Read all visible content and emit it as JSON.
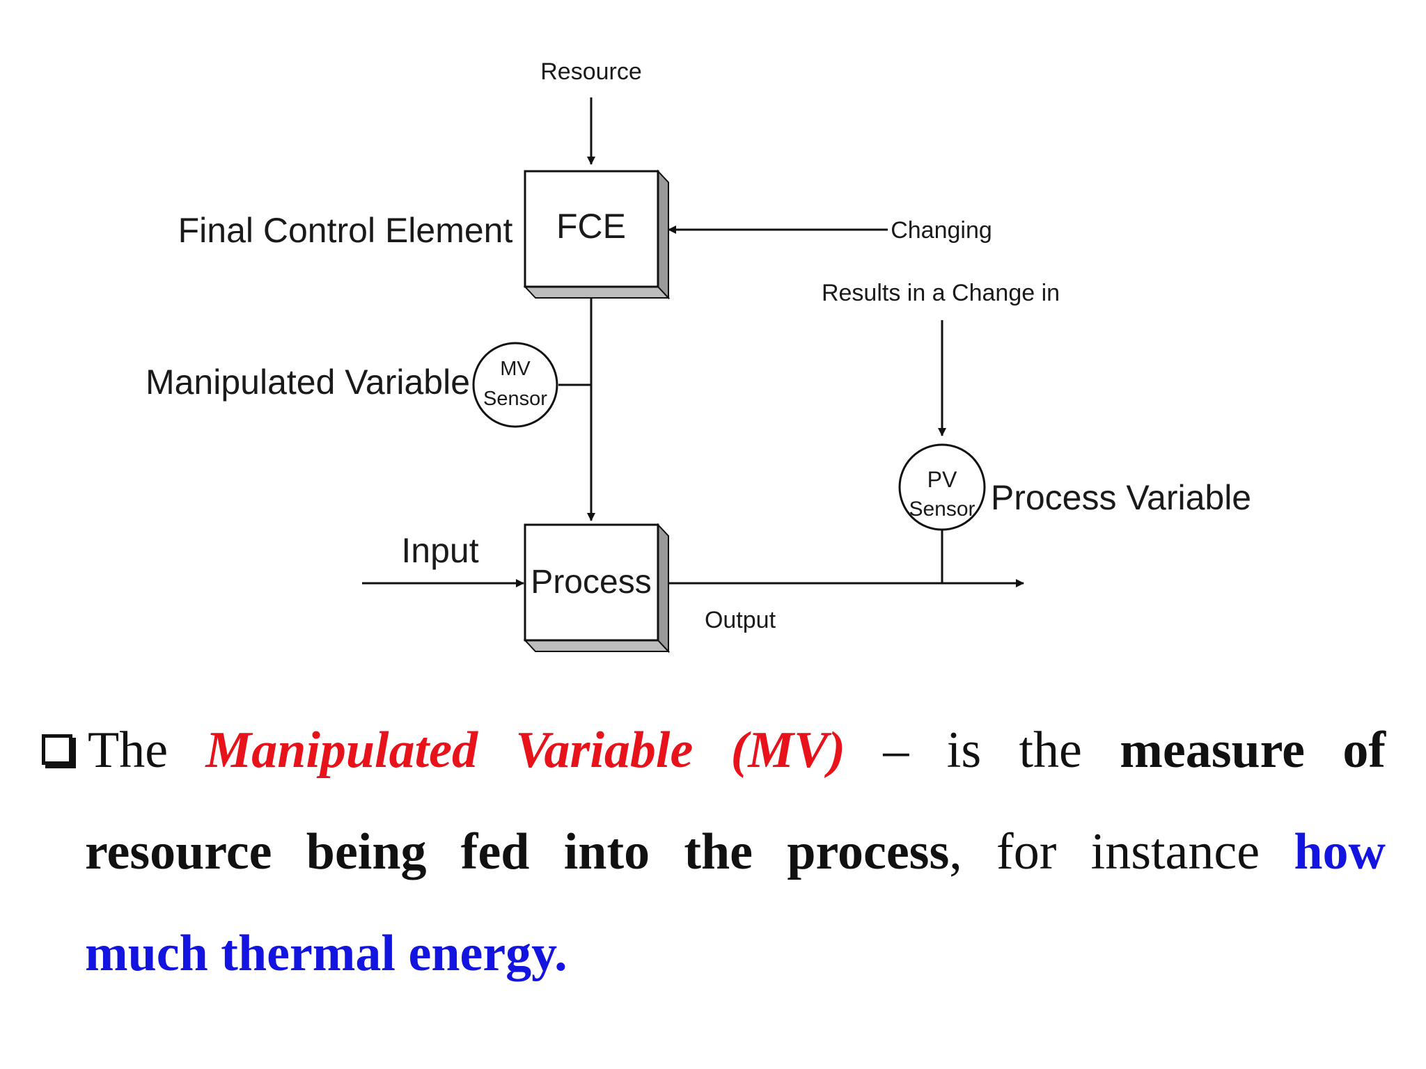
{
  "diagram": {
    "labels": {
      "resource": "Resource",
      "final_control_element": "Final Control Element",
      "fce": "FCE",
      "changing": "Changing",
      "results_in": "Results in a Change in",
      "manipulated_variable": "Manipulated Variable",
      "mv_sensor_1": "MV",
      "mv_sensor_2": "Sensor",
      "pv_sensor_1": "PV",
      "pv_sensor_2": "Sensor",
      "process_variable": "Process Variable",
      "input": "Input",
      "process": "Process",
      "output": "Output"
    }
  },
  "bullet": {
    "the": "The",
    "mv_term": "Manipulated Variable (MV)",
    "dash": "–",
    "is_the": "is the",
    "bold1": "measure of",
    "bold2": "resource being fed into the process",
    "comma_text": ", for instance",
    "blue1": "how",
    "blue2": "much thermal energy."
  },
  "colors": {
    "red": "#e8121a",
    "blue": "#1414e0"
  }
}
